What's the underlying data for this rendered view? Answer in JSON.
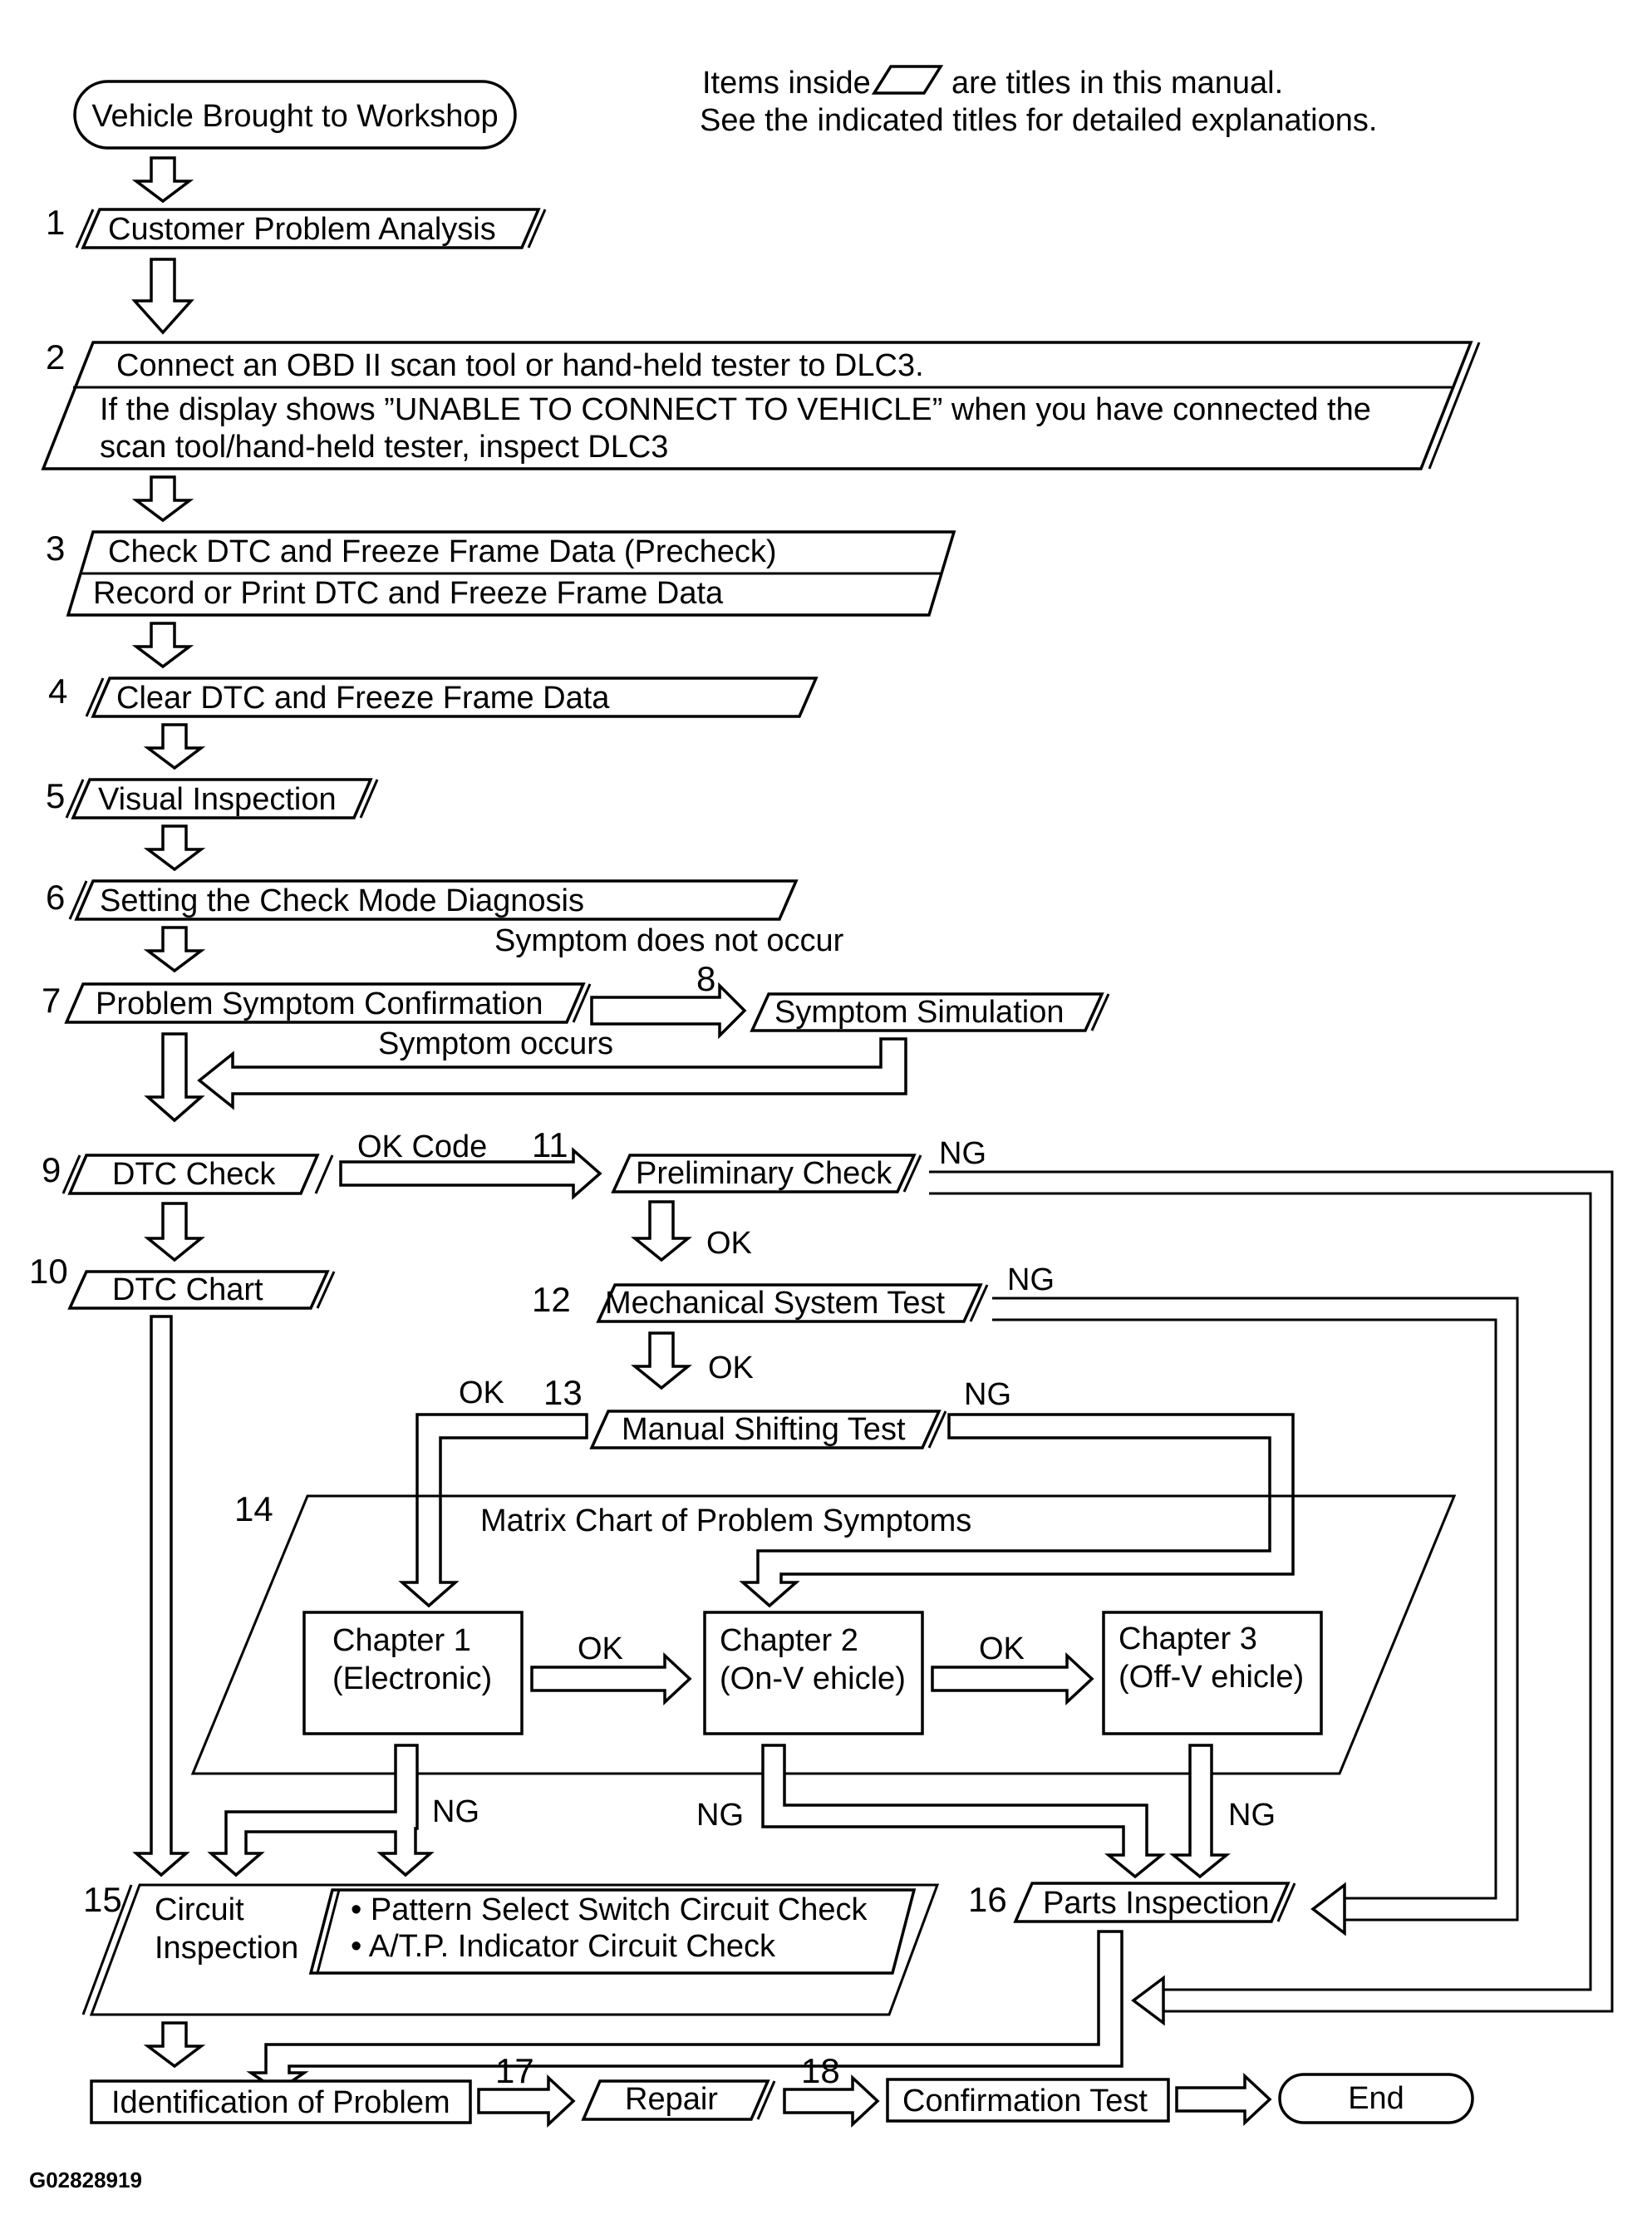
{
  "legend": {
    "line1_pre": "Items inside",
    "line1_post": "are titles in this manual.",
    "line2": "See the indicated titles for detailed explanations."
  },
  "steps": {
    "start": "Vehicle Brought to Workshop",
    "s1": {
      "num": "1",
      "label": "Customer Problem Analysis"
    },
    "s2": {
      "num": "2",
      "line1": "Connect an OBD II scan tool or hand-held tester to DLC3.",
      "line2": "If the display shows ”UNABLE TO CONNECT TO VEHICLE” when you have connected the",
      "line3": "scan tool/hand-held tester, inspect DLC3"
    },
    "s3": {
      "num": "3",
      "line1": "Check DTC and Freeze Frame Data (Precheck)",
      "line2": "Record or Print DTC and  Freeze Frame Data"
    },
    "s4": {
      "num": "4",
      "label": "Clear DTC and Freeze Frame Data"
    },
    "s5": {
      "num": "5",
      "label": "Visual Inspection"
    },
    "s6": {
      "num": "6",
      "label": "Setting the Check Mode Diagnosis"
    },
    "s7": {
      "num": "7",
      "label": "Problem Symptom Confirmation"
    },
    "s8": {
      "num": "8",
      "label": "Symptom Simulation"
    },
    "s9": {
      "num": "9",
      "label": "DTC Check"
    },
    "s10": {
      "num": "10",
      "label": "DTC Chart"
    },
    "s11": {
      "num": "11",
      "label": "Preliminary Check"
    },
    "s12": {
      "num": "12",
      "label": "Mechanical System Test"
    },
    "s13": {
      "num": "13",
      "label": "Manual Shifting Test"
    },
    "s14": {
      "num": "14",
      "label": "Matrix Chart of Problem Symptoms"
    },
    "ch1": {
      "line1": "Chapter 1",
      "line2": "(Electronic)"
    },
    "ch2": {
      "line1": "Chapter 2",
      "line2": "(On-V ehicle)"
    },
    "ch3": {
      "line1": "Chapter 3",
      "line2": "(Off-V ehicle)"
    },
    "s15": {
      "num": "15",
      "line1": "Circuit",
      "line2": "Inspection",
      "item1": "• Pattern Select Switch Circuit Check",
      "item2": "• A/T.P. Indicator Circuit Check"
    },
    "s16": {
      "num": "16",
      "label": "Parts Inspection"
    },
    "ident": "Identification of Problem",
    "s17": {
      "num": "17",
      "label": "Repair"
    },
    "s18": {
      "num": "18",
      "label": "Confirmation Test"
    },
    "end": "End"
  },
  "edges": {
    "symptom_not_occur": "Symptom does not occur",
    "symptom_occurs": "Symptom occurs",
    "ok_code": "OK Code",
    "ok": "OK",
    "ng": "NG"
  },
  "figure_id": "G02828919"
}
